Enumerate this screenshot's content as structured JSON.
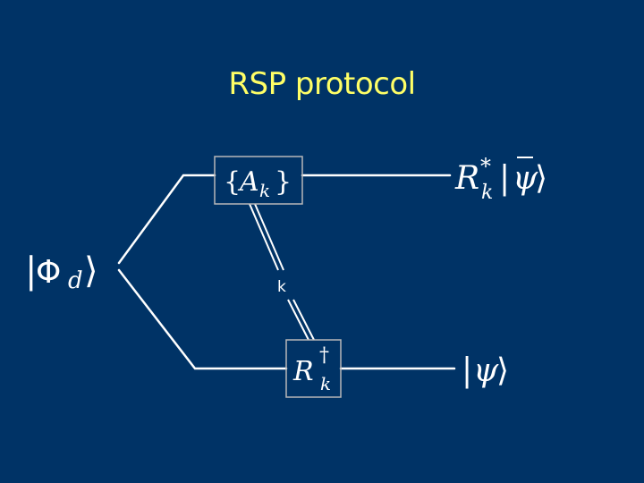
{
  "slide": {
    "title": "RSP protocol"
  },
  "diagram": {
    "input_state": {
      "bar_open": "|",
      "symbol": "Φ",
      "subscript": "d",
      "bracket_close": "⟩"
    },
    "measurement_box": {
      "brace_open": "{",
      "symbol": "A",
      "subscript": "k",
      "brace_close": "}"
    },
    "correction_box": {
      "symbol": "R",
      "superscript": "†",
      "subscript": "k"
    },
    "classical_channel_label": "k",
    "top_output": {
      "symbol": "R",
      "superscript": "*",
      "subscript": "k",
      "bar_open": "|",
      "psi": "ψ",
      "bracket_close": "⟩"
    },
    "bottom_output": {
      "bar_open": "|",
      "psi": "ψ",
      "bracket_close": "⟩"
    },
    "colors": {
      "background": "#003366",
      "title": "#ffff66",
      "lines": "#ffffff",
      "box_border": "#b8b8b8"
    }
  }
}
